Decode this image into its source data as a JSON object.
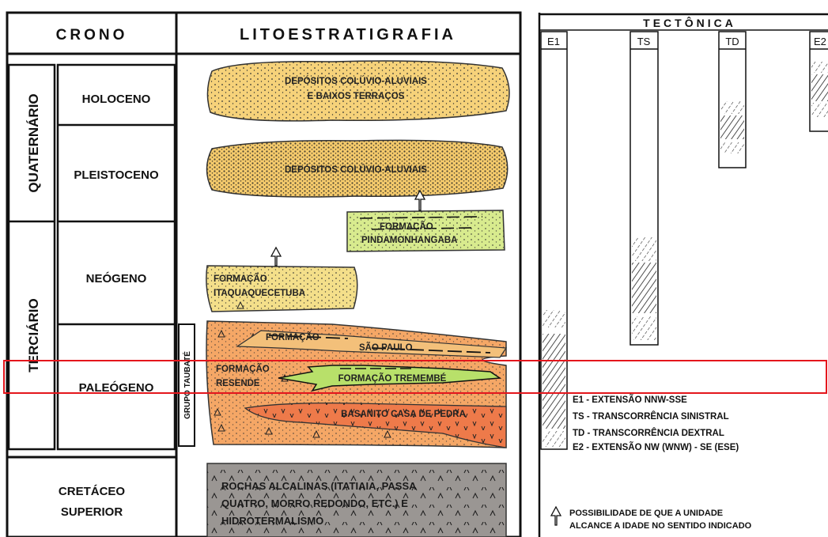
{
  "headers": {
    "crono": "CRONO",
    "lito": "LITOESTRATIGRAFIA",
    "tectonica": "TECTÔNICA"
  },
  "periods": {
    "quaternario": "QUATERNÁRIO",
    "terciario": "TERCIÁRIO"
  },
  "epochs": {
    "holoceno": "HOLOCENO",
    "pleistoceno": "PLEISTOCENO",
    "neogeno": "NEÓGENO",
    "paleogeno": "PALEÓGENO",
    "cretaceo_1": "CRETÁCEO",
    "cretaceo_2": "SUPERIOR"
  },
  "group_label": "GRUPO TAUBATÉ",
  "units": {
    "dep_holoceno_1": "DEPÓSITOS COLÚVIO-ALUVIAIS",
    "dep_holoceno_2": "E BAIXOS TERRAÇOS",
    "dep_pleistoceno": "DEPÓSITOS COLÚVIO-ALUVIAIS",
    "pinda_1": "FORMAÇÃO",
    "pinda_2": "PINDAMONHANGABA",
    "itaqua_1": "FORMAÇÃO",
    "itaqua_2": "ITAQUAQUECETUBA",
    "saopaulo_1": "FORMAÇÃO",
    "saopaulo_2": "SÃO PAULO",
    "resende_1": "FORMAÇÃO",
    "resende_2": "RESENDE",
    "tremembe": "FORMAÇÃO TREMEMBÉ",
    "basanito": "BASANITO CASA DE PEDRA",
    "alcalinas_1": "ROCHAS ALCALINAS (ITATIAIA, PASSA",
    "alcalinas_2": "QUATRO, MORRO REDONDO, ETC.) E",
    "alcalinas_3": "HIDROTERMALISMO"
  },
  "tectonic_columns": [
    "E1",
    "TS",
    "TD",
    "E2"
  ],
  "legend": {
    "e1": "E1 - EXTENSÃO NNW-SSE",
    "ts": "TS - TRANSCORRÊNCIA SINISTRAL",
    "td": "TD - TRANSCORRÊNCIA DEXTRAL",
    "e2": "E2 - EXTENSÃO NW (WNW) - SE (ESE)"
  },
  "note": {
    "line1": "POSSIBILIDADE DE QUE A UNIDADE",
    "line2": "ALCANCE A IDADE NO SENTIDO INDICADO"
  },
  "colors": {
    "sand_light": "#f6d27a",
    "sand_yellow": "#f4df8a",
    "green_light": "#d8eb8e",
    "green_bright": "#b8e06a",
    "orange_mid": "#f5a766",
    "orange_dark": "#ee7a4a",
    "gray_alk": "#9a9693",
    "highlight": "#e4161c",
    "line": "#111111"
  }
}
